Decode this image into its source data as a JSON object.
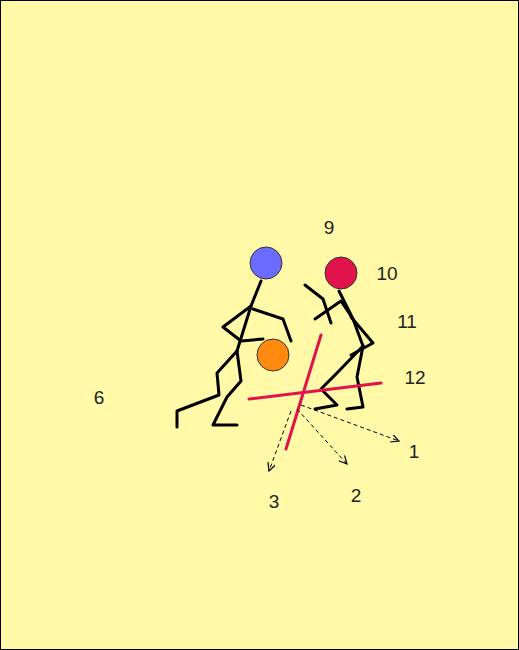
{
  "diagram": {
    "labels": [
      "9",
      "10",
      "11",
      "12",
      "6",
      "1",
      "2",
      "3"
    ]
  }
}
